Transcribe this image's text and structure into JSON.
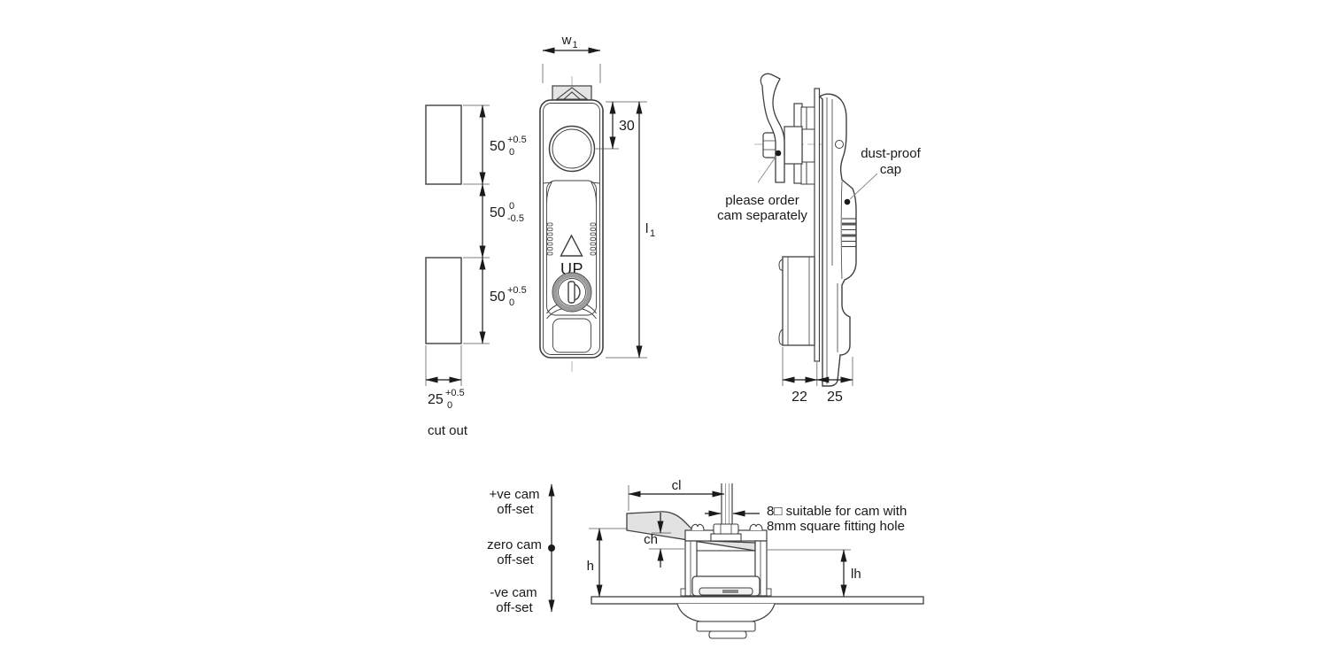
{
  "colors": {
    "line": "#3f3f3f",
    "dim": "#1a1a1a",
    "fill_light": "#e4e4e4",
    "centerline": "#b5b5b5"
  },
  "cutout_view": {
    "caption": "cut out",
    "dims": {
      "top": {
        "value": "50",
        "tol_upper": "+0.5",
        "tol_lower": "0"
      },
      "middle": {
        "value": "50",
        "tol_upper": "0",
        "tol_lower": "-0.5"
      },
      "bottom": {
        "value": "50",
        "tol_upper": "+0.5",
        "tol_lower": "0"
      },
      "width": {
        "value": "25",
        "tol_upper": "+0.5",
        "tol_lower": "0"
      }
    }
  },
  "front_view": {
    "dim_width": {
      "base": "w",
      "sub": "1"
    },
    "dim_length": {
      "base": "l",
      "sub": "1"
    },
    "dim_hole_offset": "30",
    "handle_label": "UP"
  },
  "side_view": {
    "note_cam": {
      "line1": "please order",
      "line2": "cam separately"
    },
    "note_cap": {
      "line1": "dust-proof",
      "line2": "cap"
    },
    "dim_depth_front": "22",
    "dim_depth_rear": "25"
  },
  "bottom_view": {
    "offset_labels": {
      "positive": {
        "line1": "+ve cam",
        "line2": "off-set"
      },
      "zero": {
        "line1": "zero cam",
        "line2": "off-set"
      },
      "negative": {
        "line1": "-ve cam",
        "line2": "off-set"
      }
    },
    "dim_cam_length": "cl",
    "dim_cam_height": "ch",
    "dim_height": "h",
    "dim_lock_height": "lh",
    "note_square": {
      "line1": "8□ suitable for cam with",
      "line2": "8mm square fitting hole"
    }
  }
}
